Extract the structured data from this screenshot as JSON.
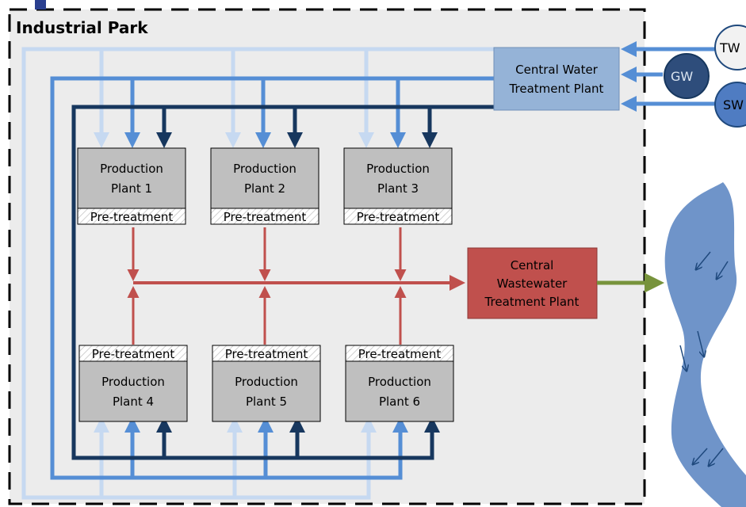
{
  "park": {
    "title": "Industrial Park"
  },
  "central_water": {
    "line1": "Central Water",
    "line2": "Treatment Plant"
  },
  "central_wastewater": {
    "line1": "Central",
    "line2": "Wastewater",
    "line3": "Treatment Plant"
  },
  "sources": {
    "tw": "TW",
    "gw": "GW",
    "sw": "SW"
  },
  "pretreatment_label": "Pre-treatment",
  "plants": [
    {
      "line1": "Production",
      "line2": "Plant 1"
    },
    {
      "line1": "Production",
      "line2": "Plant 2"
    },
    {
      "line1": "Production",
      "line2": "Plant 3"
    },
    {
      "line1": "Production",
      "line2": "Plant 4"
    },
    {
      "line1": "Production",
      "line2": "Plant 5"
    },
    {
      "line1": "Production",
      "line2": "Plant 6"
    }
  ],
  "colors": {
    "light_supply": "#c6d9f1",
    "mid_supply": "#558ed5",
    "dark_supply": "#17375e",
    "wastewater": "#c0504d",
    "discharge": "#77933c",
    "river": "#6f94c9",
    "park_bg": "#ececec",
    "plant_box": "#bfbfbf",
    "central_water_box": "#95b3d7",
    "central_wastewater_box": "#c0504d"
  }
}
